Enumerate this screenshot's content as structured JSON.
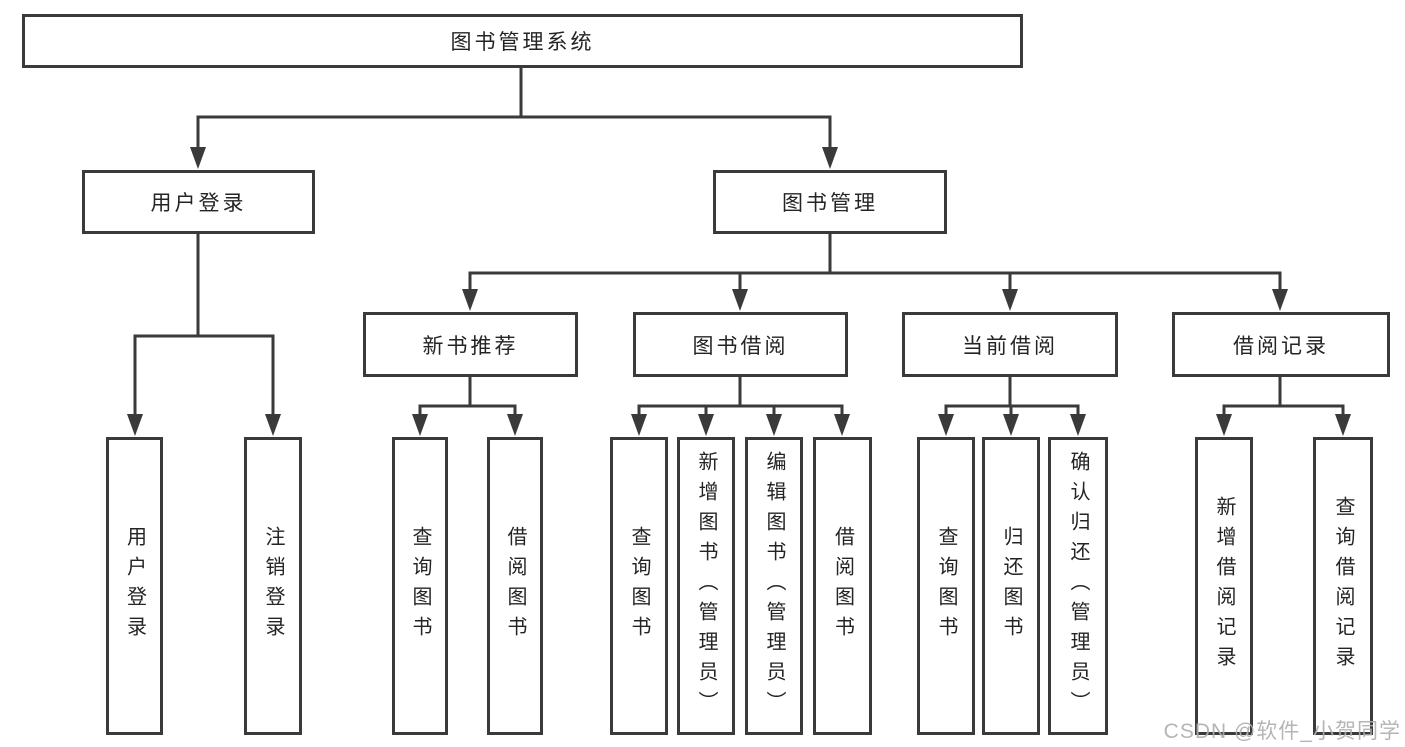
{
  "diagram": {
    "root": {
      "label": "图书管理系统"
    },
    "level2": [
      {
        "label": "用户登录"
      },
      {
        "label": "图书管理"
      }
    ],
    "level3": [
      {
        "label": "新书推荐"
      },
      {
        "label": "图书借阅"
      },
      {
        "label": "当前借阅"
      },
      {
        "label": "借阅记录"
      }
    ],
    "leaves": {
      "user_login": [
        "用户登录",
        "注销登录"
      ],
      "new_book_recommend": [
        "查询图书",
        "借阅图书"
      ],
      "book_borrowing": [
        "查询图书",
        "新增图书（管理员）",
        "编辑图书（管理员）",
        "借阅图书"
      ],
      "current_borrowing": [
        "查询图书",
        "归还图书",
        "确认归还（管理员）"
      ],
      "borrowing_records": [
        "新增借阅记录",
        "查询借阅记录"
      ]
    }
  },
  "watermark": {
    "text": "CSDN @软件_小贺同学"
  },
  "colors": {
    "line": "#3a3a3a",
    "box_border": "#3a3a3a",
    "text": "#242424",
    "watermark": "#afafaf",
    "background": "#ffffff"
  }
}
